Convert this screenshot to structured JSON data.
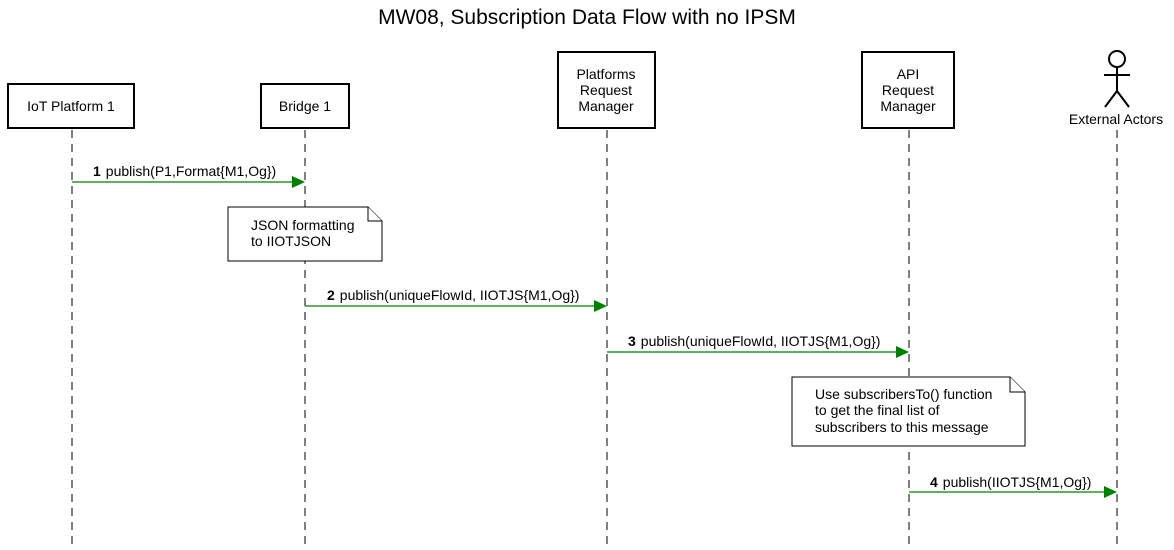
{
  "diagram": {
    "title": "MW08, Subscription Data Flow with no IPSM",
    "colors": {
      "message": "#008000",
      "line": "#000000",
      "background": "#ffffff"
    },
    "participants": [
      {
        "id": "iot_platform_1",
        "kind": "box",
        "lines": [
          "IoT Platform 1"
        ]
      },
      {
        "id": "bridge_1",
        "kind": "box",
        "lines": [
          "Bridge 1"
        ]
      },
      {
        "id": "platforms_request_manager",
        "kind": "box",
        "lines": [
          "Platforms",
          "Request",
          "Manager"
        ]
      },
      {
        "id": "api_request_manager",
        "kind": "box",
        "lines": [
          "API",
          "Request",
          "Manager"
        ]
      },
      {
        "id": "external_actors",
        "kind": "actor",
        "icon": "stick-figure-icon",
        "lines": [
          "External Actors"
        ]
      }
    ],
    "messages": [
      {
        "num": "1",
        "text": "publish(P1,Format{M1,Og})",
        "from": "iot_platform_1",
        "to": "bridge_1"
      },
      {
        "num": "2",
        "text": "publish(uniqueFlowId, IIOTJS{M1,Og})",
        "from": "bridge_1",
        "to": "platforms_request_manager"
      },
      {
        "num": "3",
        "text": "publish(uniqueFlowId, IIOTJS{M1,Og})",
        "from": "platforms_request_manager",
        "to": "api_request_manager"
      },
      {
        "num": "4",
        "text": "publish(IIOTJS{M1,Og})",
        "from": "api_request_manager",
        "to": "external_actors"
      }
    ],
    "notes": [
      {
        "over": "bridge_1",
        "lines": [
          "JSON formatting",
          "to IIOTJSON"
        ]
      },
      {
        "over": "api_request_manager",
        "lines": [
          "Use subscribersTo() function",
          "to get the final list of",
          "subscribers to this message"
        ]
      }
    ]
  }
}
